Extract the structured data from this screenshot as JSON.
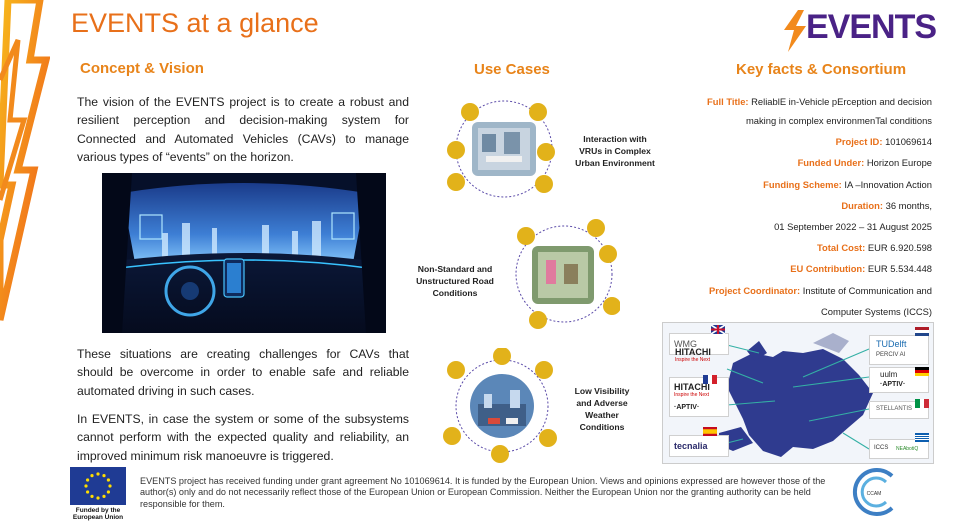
{
  "title": "EVENTS at a glance",
  "logo_text": "EVENTS",
  "concept": {
    "heading": "Concept & Vision",
    "p1": "The vision of the EVENTS project is to create a robust and resilient perception and decision-making system for Connected and Automated Vehicles (CAVs) to manage various types of “events” on the horizon.",
    "p2": "These situations are creating challenges for CAVs that should be overcome in order to enable safe and reliable automated driving in such cases.",
    "p3": "In EVENTS, in case the system or some of the subsystems cannot perform with the expected quality and reliability, an improved minimum risk manoeuvre is triggered."
  },
  "use_cases": {
    "heading": "Use Cases",
    "items": [
      {
        "label": "Interaction with VRUs in Complex Urban Environment"
      },
      {
        "label": "Non-Standard and Unstructured Road Conditions"
      },
      {
        "label": "Low Visibility and Adverse Weather Conditions"
      }
    ]
  },
  "key_facts": {
    "heading": "Key facts & Consortium",
    "full_title_label": "Full Title:",
    "full_title_line1": "ReliablE in-Vehicle pErception and decision",
    "full_title_line2": "making in complex environmenTal conditions",
    "project_id_label": "Project ID:",
    "project_id": "101069614",
    "funded_under_label": "Funded Under:",
    "funded_under": "Horizon Europe",
    "funding_scheme_label": "Funding Scheme:",
    "funding_scheme": "IA –Innovation Action",
    "duration_label": "Duration:",
    "duration_line1": "36 months,",
    "duration_line2": "01 September 2022 – 31 August 2025",
    "total_cost_label": "Total Cost:",
    "total_cost": "EUR 6.920.598",
    "eu_contribution_label": "EU Contribution:",
    "eu_contribution": "EUR 5.534.448",
    "coordinator_label": "Project Coordinator:",
    "coordinator_line1": "Institute of Communication and",
    "coordinator_line2": "Computer Systems (ICCS)"
  },
  "partners": {
    "wmg": "WMG",
    "hitachi1": "HITACHI",
    "hitachi1_sub": "Inspire the Next",
    "hitachi2": "HITACHI",
    "hitachi2_sub": "Inspire the Next",
    "aptiv_fr": "·APTIV·",
    "tecnalia": "tecnalia",
    "tudelft": "TUDelft",
    "perciv": "PERCIV AI",
    "uulm": "uulm",
    "aptiv_de": "·APTIV·",
    "stellantis": "STELLANTIS",
    "iccs": "ICCS",
    "neabotiq": "NEAbotiQ"
  },
  "footer": {
    "eu_caption": "Funded by the European Union",
    "text": "EVENTS project has received funding under grant agreement No 101069614. It is funded by the European Union. Views and opinions expressed are however those of the author(s) only and do not necessarily reflect those of the European Union or European Commission. Neither the European Union nor the granting authority can be held responsible for them.",
    "ccam_text": "CCAM"
  },
  "colors": {
    "accent_orange": "#e8701a",
    "heading_orange": "#e8841a",
    "logo_purple": "#4a2286",
    "icon_gold": "#e2b21a",
    "eu_blue": "#1f3b94",
    "map_blue": "#2f3b8f"
  }
}
